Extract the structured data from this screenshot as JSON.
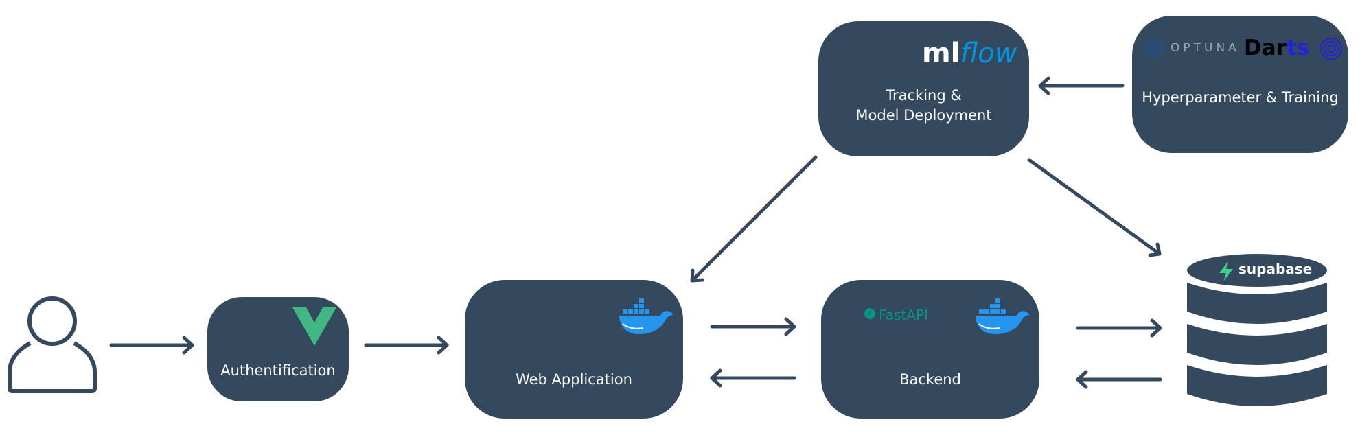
{
  "diagram": {
    "nodes": {
      "user": {
        "icon": "user-icon"
      },
      "auth": {
        "label": "Authentification",
        "logo": "vue-logo-icon"
      },
      "webapp": {
        "label": "Web Application",
        "logo": "docker-whale-icon"
      },
      "backend": {
        "label": "Backend",
        "logo_text": "FastAPI",
        "logo": "docker-whale-icon"
      },
      "mlflow": {
        "label_line1": "Tracking &",
        "label_line2": "Model Deployment",
        "logo_text_a": "ml",
        "logo_text_b": "flow"
      },
      "training": {
        "label": "Hyperparameter & Training",
        "logo_text_optuna": "OPTUNA",
        "logo_text_darts_a": "Dar",
        "logo_text_darts_b": "ts"
      },
      "database": {
        "logo_text": "supabase",
        "logo": "supabase-bolt-icon"
      }
    },
    "edges": [
      {
        "from": "user",
        "to": "auth"
      },
      {
        "from": "auth",
        "to": "webapp"
      },
      {
        "from": "webapp",
        "to": "backend"
      },
      {
        "from": "backend",
        "to": "webapp"
      },
      {
        "from": "backend",
        "to": "database"
      },
      {
        "from": "database",
        "to": "backend"
      },
      {
        "from": "mlflow",
        "to": "webapp"
      },
      {
        "from": "mlflow",
        "to": "database"
      },
      {
        "from": "training",
        "to": "mlflow"
      }
    ],
    "colors": {
      "node_fill": "#35495e",
      "arrow": "#35495e",
      "vue_green": "#41b883",
      "docker_blue": "#2496ed",
      "mlflow_blue": "#0194e2",
      "fastapi_teal": "#009688",
      "supabase_green": "#3ecf8e",
      "darts_blue": "#2222dd"
    }
  }
}
